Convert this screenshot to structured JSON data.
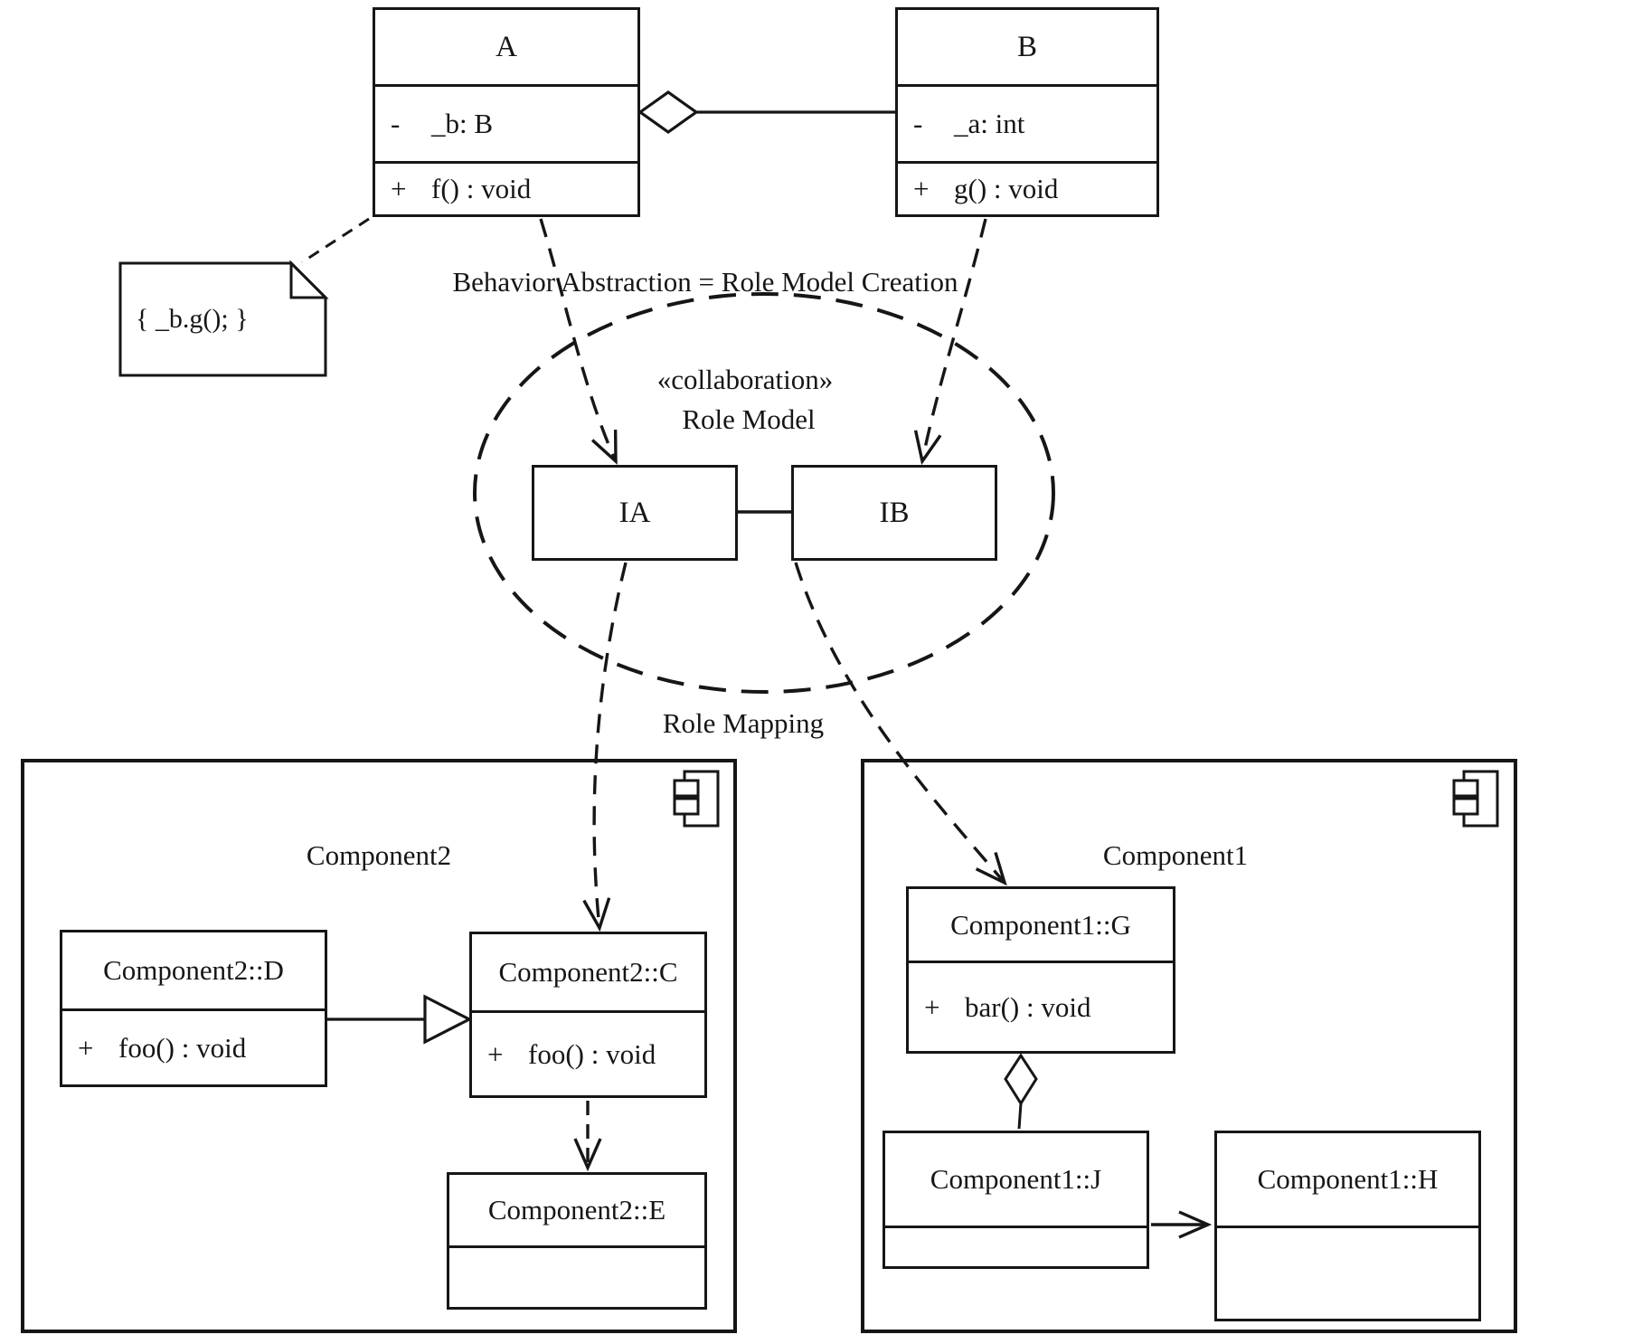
{
  "page": {
    "background": "#ffffff",
    "line_color": "#161616",
    "note_fold_color": "#d8d0c7"
  },
  "labels": {
    "behavior_abstraction": "Behavior Abstraction = Role Model Creation",
    "role_mapping": "Role Mapping"
  },
  "note": {
    "text": "{ _b.g(); }"
  },
  "classes": {
    "a": {
      "name": "A",
      "attribute": {
        "visibility": "-",
        "text": "_b: B"
      },
      "method": {
        "visibility": "+",
        "text": "f() : void"
      }
    },
    "b": {
      "name": "B",
      "attribute": {
        "visibility": "-",
        "text": "_a: int"
      },
      "method": {
        "visibility": "+",
        "text": "g() : void"
      }
    }
  },
  "collaboration": {
    "stereotype": "«collaboration»",
    "name": "Role Model",
    "roles": {
      "ia": {
        "name": "IA"
      },
      "ib": {
        "name": "IB"
      }
    }
  },
  "components": {
    "c2": {
      "name": "Component2",
      "classes": {
        "d": {
          "name": "Component2::D",
          "method": {
            "visibility": "+",
            "text": "foo() : void"
          }
        },
        "c": {
          "name": "Component2::C",
          "method": {
            "visibility": "+",
            "text": "foo() : void"
          }
        },
        "e": {
          "name": "Component2::E"
        }
      }
    },
    "c1": {
      "name": "Component1",
      "classes": {
        "g": {
          "name": "Component1::G",
          "method": {
            "visibility": "+",
            "text": "bar() : void"
          }
        },
        "j": {
          "name": "Component1::J"
        },
        "h": {
          "name": "Component1::H"
        }
      }
    }
  }
}
